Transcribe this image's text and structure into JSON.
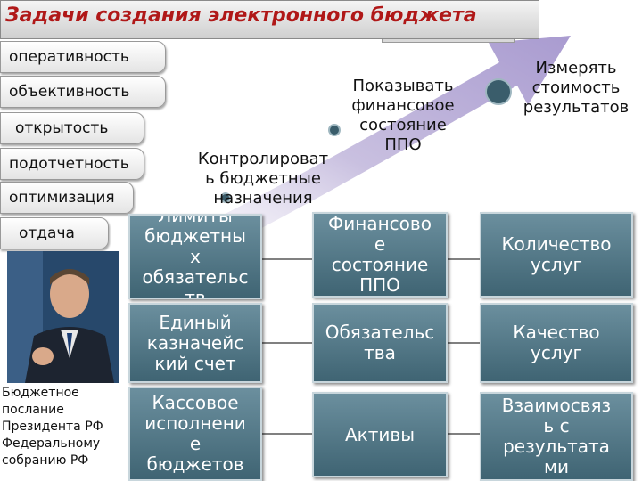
{
  "title": "Задачи создания электронного бюджета",
  "left_items": [
    "оперативность",
    "объективность",
    "открытость",
    "подотчетность",
    "оптимизация",
    "отдача"
  ],
  "goals": {
    "measure": "Измерять\nстоимость\nрезультатов",
    "show": "Показывать\nфинансовое\nсостояние\nППО",
    "control": "Контролироват\nь бюджетные\nназначения"
  },
  "grid": {
    "col1": [
      "Лимиты\nбюджетны\nх\nобязательс\nтв",
      "Единый\nказначейс\nкий счет",
      "Кассовое\nисполнени\nе\nбюджетов"
    ],
    "col2": [
      "Финансово\nе\nсостояние\nППО",
      "Обязательс\nтва",
      "Активы"
    ],
    "col3": [
      "Количество\nуслуг",
      "Качество\nуслуг",
      "Взаимосвяз\nь с\nрезультата\nми"
    ]
  },
  "caption": "Бюджетное\nпослание\nПрезидента РФ\nФедеральному\nсобранию РФ",
  "colors": {
    "title": "#b01818",
    "box": "#4f7483",
    "arrow": "#b8a8d8"
  }
}
